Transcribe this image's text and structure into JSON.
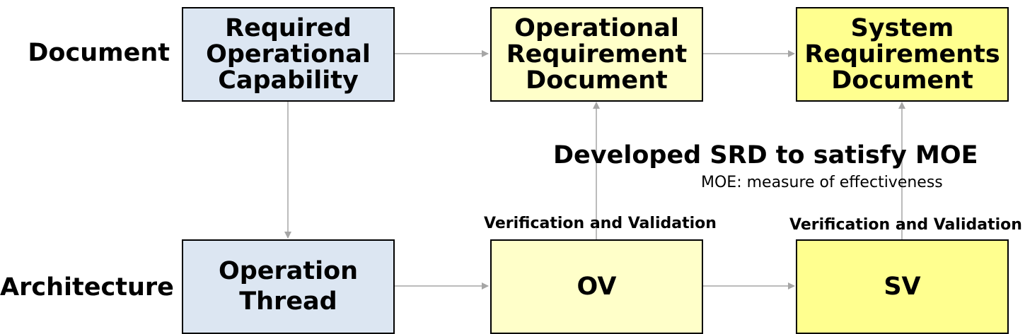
{
  "rows": {
    "document_label": "Document",
    "architecture_label": "Architecture"
  },
  "boxes": {
    "roc": [
      "Required",
      "Operational",
      "Capability"
    ],
    "ord": [
      "Operational",
      "Requirement",
      "Document"
    ],
    "srd": [
      "System",
      "Requirements",
      "Document"
    ],
    "op_thread": [
      "Operation",
      "Thread"
    ],
    "ov": "OV",
    "sv": "SV"
  },
  "annotations": {
    "vv_ov": "Verification and Validation",
    "vv_sv": "Verification and Validation",
    "caption": "Developed SRD to satisfy MOE",
    "caption_note": "MOE: measure of effectiveness"
  },
  "colors": {
    "blue_box": "#dce6f2",
    "light_yellow_box": "#ffffc9",
    "yellow_box": "#ffff8f",
    "arrow": "#a6a6a6"
  }
}
